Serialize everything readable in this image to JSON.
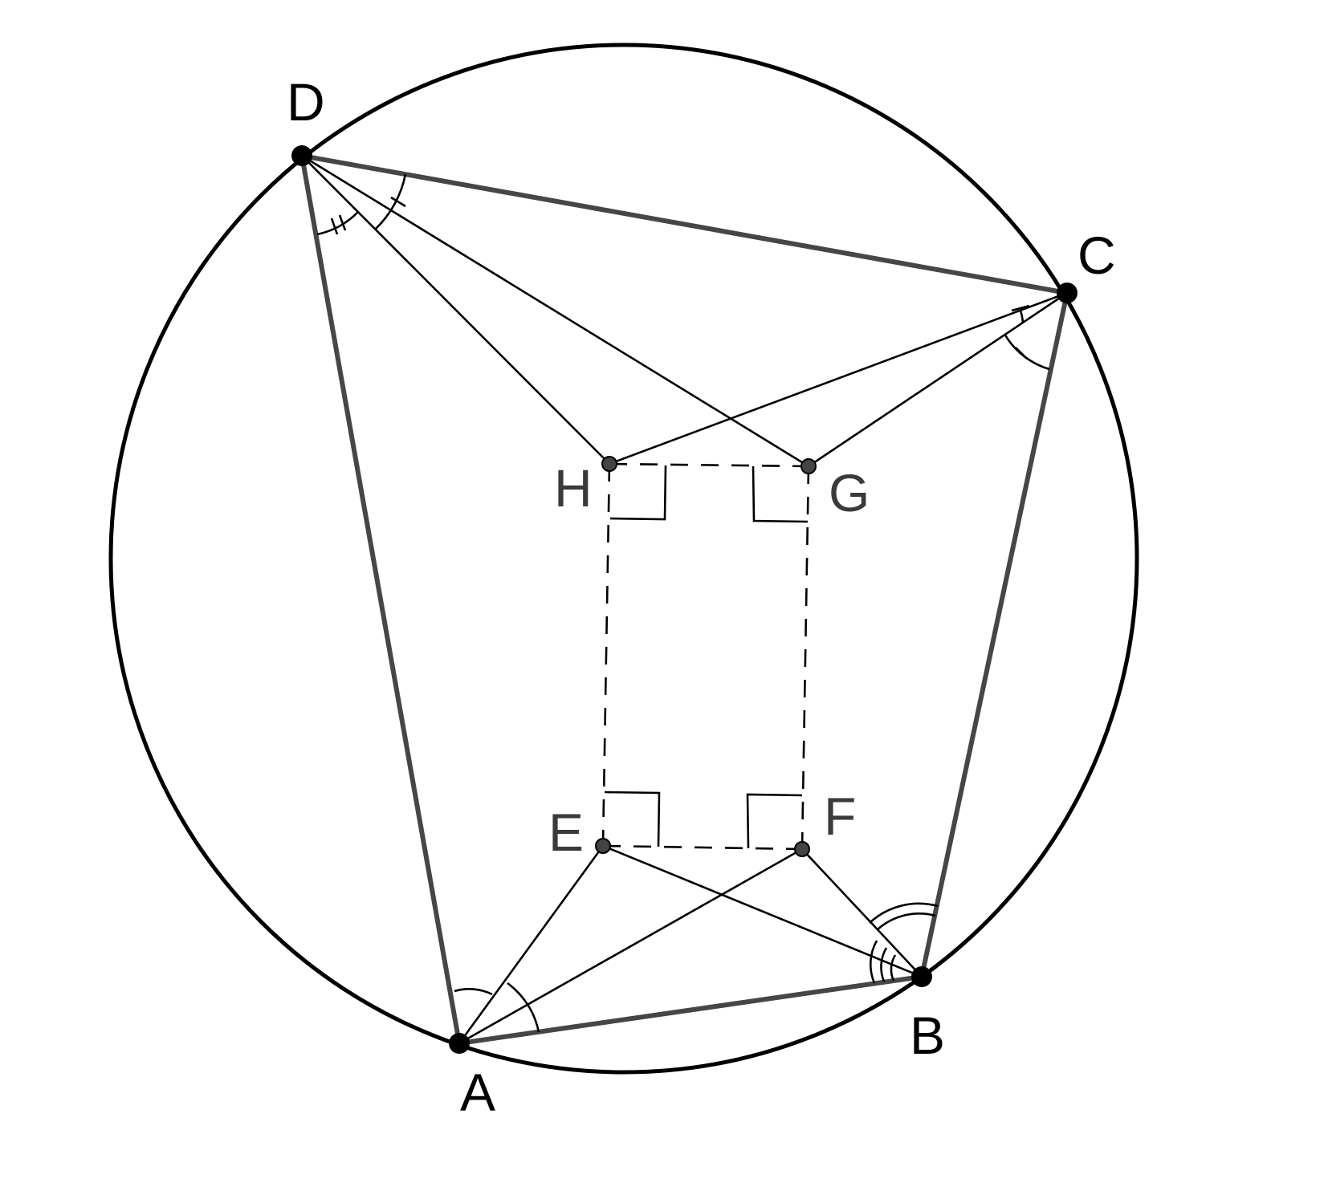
{
  "diagram": {
    "points": {
      "A": {
        "label": "A",
        "kind": "main"
      },
      "B": {
        "label": "B",
        "kind": "main"
      },
      "C": {
        "label": "C",
        "kind": "main"
      },
      "D": {
        "label": "D",
        "kind": "main"
      },
      "E": {
        "label": "E",
        "kind": "aux"
      },
      "F": {
        "label": "F",
        "kind": "aux"
      },
      "G": {
        "label": "G",
        "kind": "aux"
      },
      "H": {
        "label": "H",
        "kind": "aux"
      }
    },
    "circumcircle": "ABCD",
    "quadrilateral": [
      "A",
      "B",
      "C",
      "D"
    ],
    "segments": [
      [
        "D",
        "H"
      ],
      [
        "D",
        "G"
      ],
      [
        "C",
        "H"
      ],
      [
        "C",
        "G"
      ],
      [
        "A",
        "E"
      ],
      [
        "A",
        "F"
      ],
      [
        "B",
        "E"
      ],
      [
        "B",
        "F"
      ]
    ],
    "dashed_rectangle": [
      "E",
      "F",
      "G",
      "H"
    ],
    "right_angles": [
      "E",
      "F",
      "G",
      "H"
    ],
    "colors": {
      "main": "#000000",
      "quad": "#464646",
      "aux": "#444444"
    }
  }
}
